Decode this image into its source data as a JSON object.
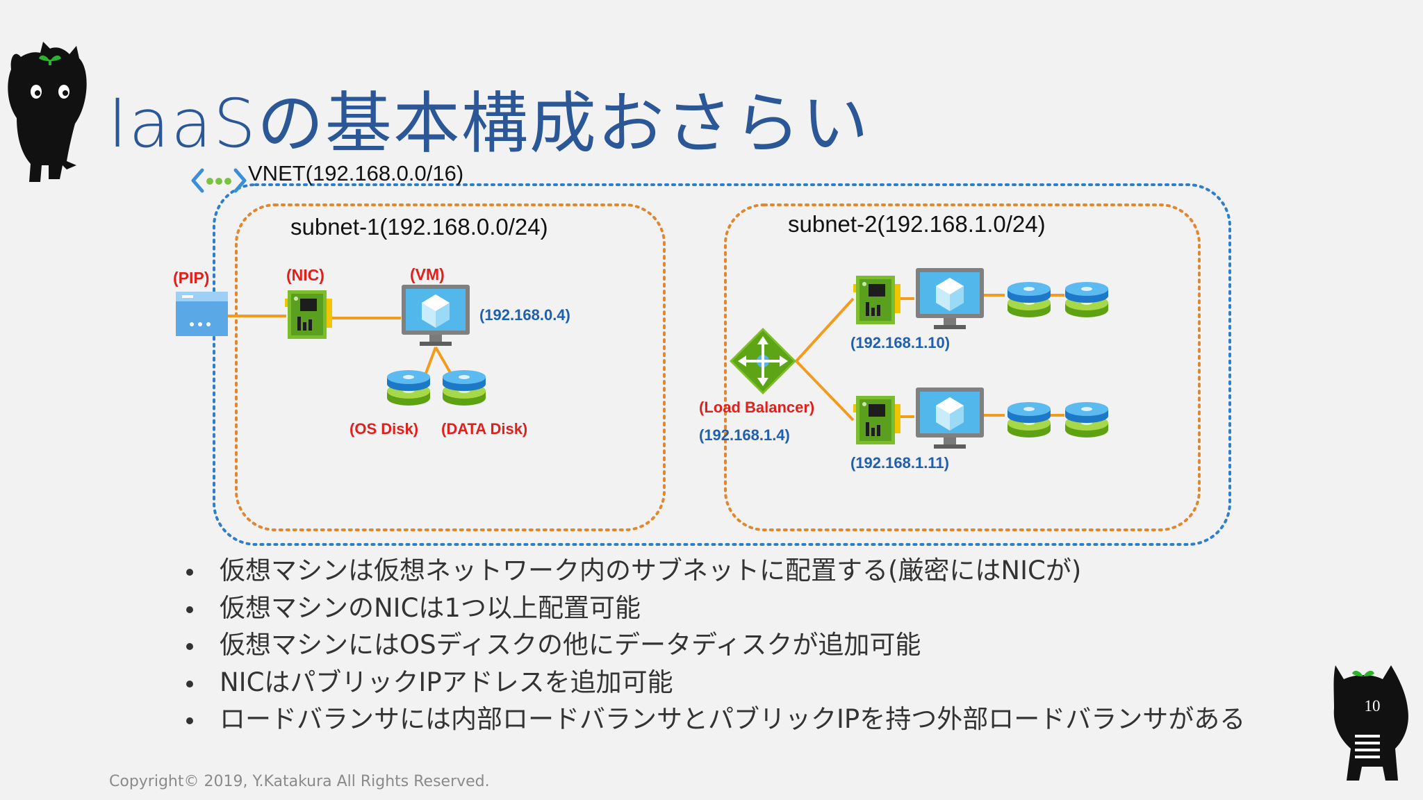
{
  "slide": {
    "title": "IaaSの基本構成おさらい",
    "page_number": "10",
    "copyright": "Copyright© 2019, Y.Katakura All Rights Reserved."
  },
  "diagram": {
    "vnet_label": "VNET(192.168.0.0/16)",
    "subnet1": {
      "label": "subnet-1(192.168.0.0/24)",
      "pip_label": "(PIP)",
      "nic_label": "(NIC)",
      "vm_label": "(VM)",
      "vm_ip": "(192.168.0.4)",
      "os_disk_label": "(OS Disk)",
      "data_disk_label": "(DATA Disk)"
    },
    "subnet2": {
      "label": "subnet-2(192.168.1.0/24)",
      "lb_label": "(Load Balancer)",
      "lb_ip": "(192.168.1.4)",
      "vm1_ip": "(192.168.1.10)",
      "vm2_ip": "(192.168.1.11)"
    },
    "colors": {
      "vnet_border": "#2e7ec9",
      "subnet_border": "#e0882f",
      "connector": "#f29b1e",
      "red_label": "#e0201c",
      "blue_label": "#1f5fae",
      "title": "#2b5797"
    },
    "icons": [
      "vnet-icon",
      "public-ip-icon",
      "nic-icon",
      "vm-icon",
      "disk-icon",
      "load-balancer-icon",
      "cat-mascot-icon"
    ]
  },
  "bullets": [
    "仮想マシンは仮想ネットワーク内のサブネットに配置する(厳密にはNICが)",
    "仮想マシンのNICは1つ以上配置可能",
    "仮想マシンにはOSディスクの他にデータディスクが追加可能",
    "NICはパブリックIPアドレスを追加可能",
    "ロードバランサには内部ロードバランサとパブリックIPを持つ外部ロードバランサがある"
  ]
}
